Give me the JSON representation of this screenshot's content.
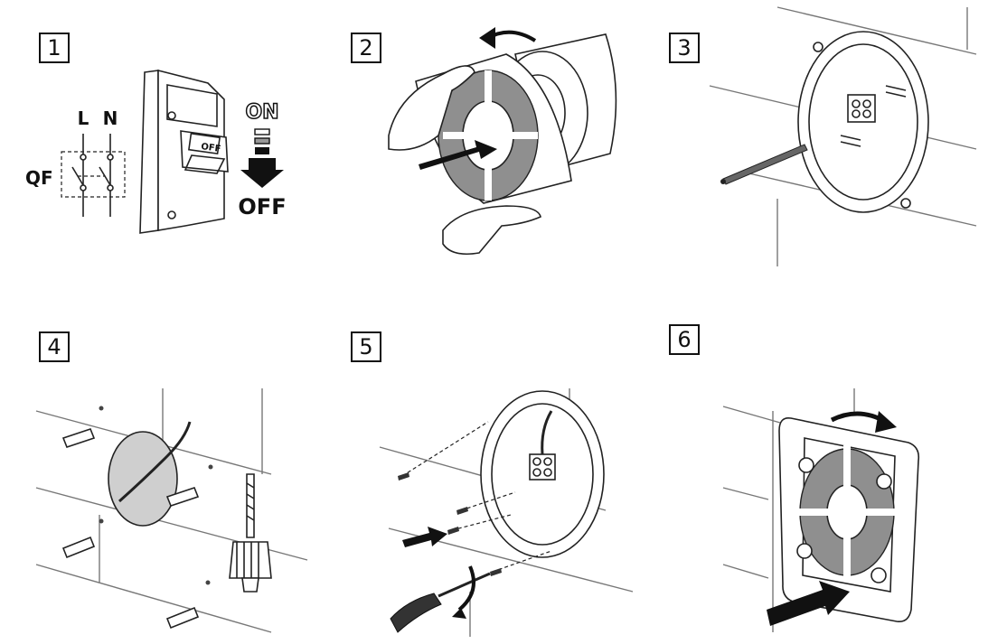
{
  "steps": [
    {
      "number": "1",
      "labels": {
        "circuit": "QF",
        "line": "L",
        "neutral": "N",
        "on": "ON",
        "off": "OFF",
        "breaker_state": "OFF"
      }
    },
    {
      "number": "2"
    },
    {
      "number": "3"
    },
    {
      "number": "4"
    },
    {
      "number": "5"
    },
    {
      "number": "6"
    }
  ],
  "colors": {
    "ink": "#111111",
    "wall_lines": "#777777",
    "grille": "#8f8f8f"
  }
}
